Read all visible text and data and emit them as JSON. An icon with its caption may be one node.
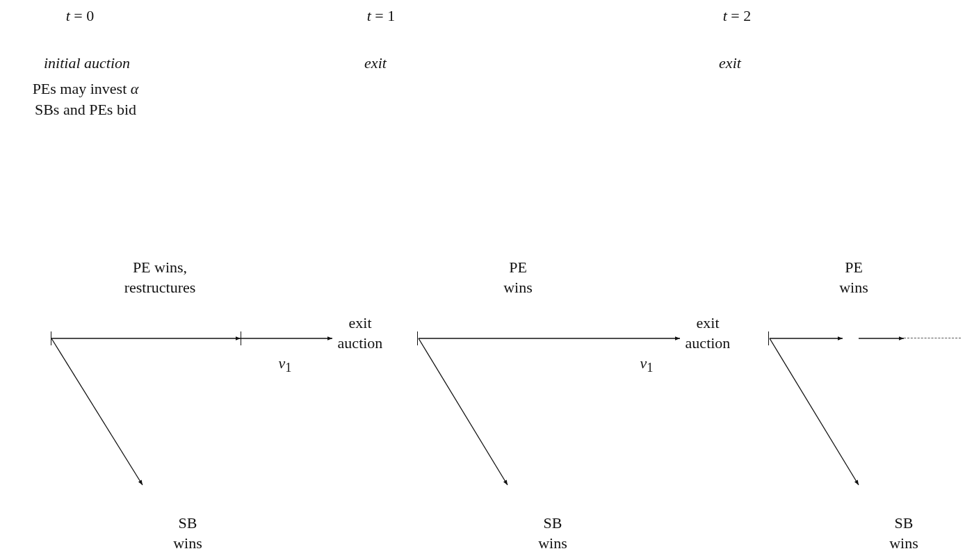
{
  "diagram": {
    "nodes": [
      {
        "text": [],
        "shape": "bar"
      },
      {
        "text": [],
        "shape": "bar"
      },
      {
        "text": [
          "exit auction"
        ]
      },
      {
        "text": [
          "exit auction"
        ]
      },
      {
        "text": [],
        "shape": "line"
      },
      {
        "text": [
          "SB wins"
        ]
      },
      {
        "text": [
          "SB wins"
        ]
      },
      {
        "text": [
          "SB wins"
        ]
      }
    ],
    "edges": [
      {
        "from": 0,
        "to": 1,
        "arrow": "to"
      },
      {
        "from": 1,
        "to": 2,
        "arrow": "to",
        "label": "*v*$_{1}$"
      },
      {
        "from": 2,
        "to": 3,
        "arrow": "to",
        "label": "*v*$_{1}$"
      },
      {
        "from": 3,
        "to": null,
        "arrow": "to"
      },
      {
        "from": null,
        "to": 4,
        "arrow": "to"
      },
      {
        "from": 0,
        "to": 5,
        "arrow": "to"
      },
      {
        "from": 2,
        "to": 6,
        "arrow": "to"
      },
      {
        "from": 3,
        "to": 7,
        "arrow": "to"
      }
    ],
    "labels": [
      "*t* = 0",
      "*t* = 1",
      "*t* = 2",
      "initial auction",
      "exit",
      "exit",
      "PEs may invest *α*",
      "SBs and PEs bid",
      "PE wins, restructures",
      "PE wins",
      "PE wins"
    ]
  }
}
